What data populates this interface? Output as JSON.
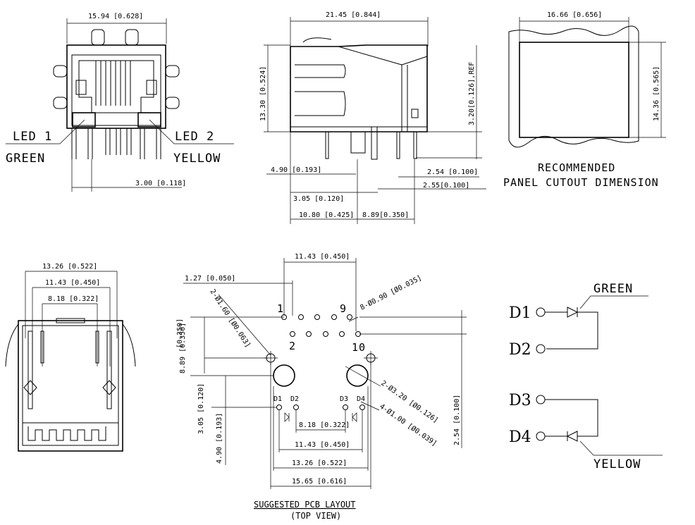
{
  "front_view": {
    "width_dim": "15.94 [0.628]",
    "led1_label": "LED 1",
    "led1_color": "GREEN",
    "led2_label": "LED 2",
    "led2_color": "YELLOW",
    "offset_dim": "3.00 [0.118]"
  },
  "side_view": {
    "length_dim": "21.45 [0.844]",
    "height_dim": "13.30 [0.524]",
    "ref_dim": "3.20[0.126],REF",
    "dim_490": "4.90 [0.193]",
    "dim_254": "2.54 [0.100]",
    "dim_255": "2.55[0.100]",
    "dim_305": "3.05 [0.120]",
    "dim_1080": "10.80 [0.425]",
    "dim_889": "8.89[0.350]"
  },
  "cutout": {
    "width_dim": "16.66 [0.656]",
    "height_dim": "14.36 [0.565]",
    "caption_line1": "RECOMMENDED",
    "caption_line2": "PANEL CUTOUT DIMENSION"
  },
  "bottom_view": {
    "dim_1326": "13.26 [0.522]",
    "dim_1143": "11.43 [0.450]",
    "dim_818": "8.18 [0.322]"
  },
  "pcb": {
    "dim_top_1143": "11.43 [0.450]",
    "dim_127": "1.27 [0.050]",
    "hole_160": "2-Ø1.60 [Ø0.063]",
    "hole_090": "8-Ø0.90 [Ø0.035]",
    "hole_320": "2-Ø3.20 [Ø0.126]",
    "hole_100": "4-Ø1.00 [Ø0.039]",
    "dim_left_350": "[0.350]",
    "dim_left_889": "8.89 [0.350]",
    "dim_305": "3.05 [0.120]",
    "dim_490": "4.90 [0.193]",
    "dim_right_254": "2.54 [0.100]",
    "dim_bot_818": "8.18 [0.322]",
    "dim_bot_1143": "11.43 [0.450]",
    "dim_bot_1326": "13.26 [0.522]",
    "dim_bot_1565": "15.65 [0.616]",
    "pin1": "1",
    "pin9": "9",
    "pin2": "2",
    "pin10": "10",
    "led_d1": "D1",
    "led_d2": "D2",
    "led_d3": "D3",
    "led_d4": "D4",
    "caption_line1": "SUGGESTED PCB LAYOUT",
    "caption_line2": "(TOP VIEW)"
  },
  "schematic": {
    "green": "GREEN",
    "yellow": "YELLOW",
    "d1": "D1",
    "d2": "D2",
    "d3": "D3",
    "d4": "D4"
  }
}
